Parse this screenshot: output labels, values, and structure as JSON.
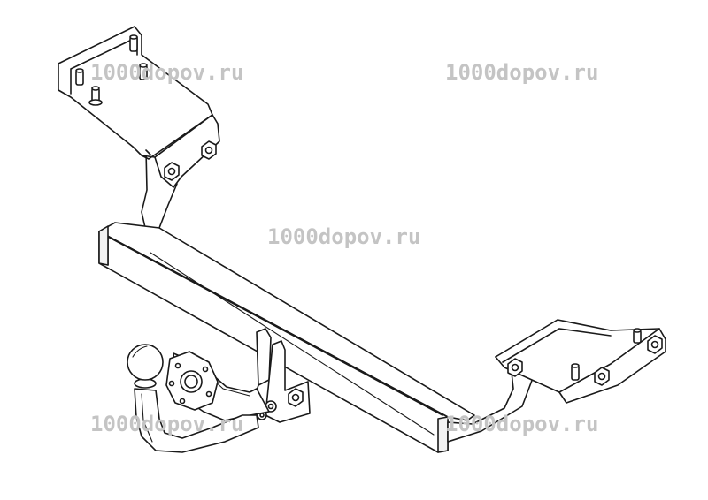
{
  "drawing": {
    "subject": "tow-hitch-line-drawing",
    "stroke_color": "#1a1a1a",
    "fill_color": "#ffffff",
    "shade_color": "#f2f2f2"
  },
  "watermarks": [
    {
      "text": "1000dopov.ru"
    },
    {
      "text": "1000dopov.ru"
    },
    {
      "text": "1000dopov.ru"
    },
    {
      "text": "1000dopov.ru"
    },
    {
      "text": "1000dopov.ru"
    }
  ],
  "watermark_color": "#c4c4c4"
}
